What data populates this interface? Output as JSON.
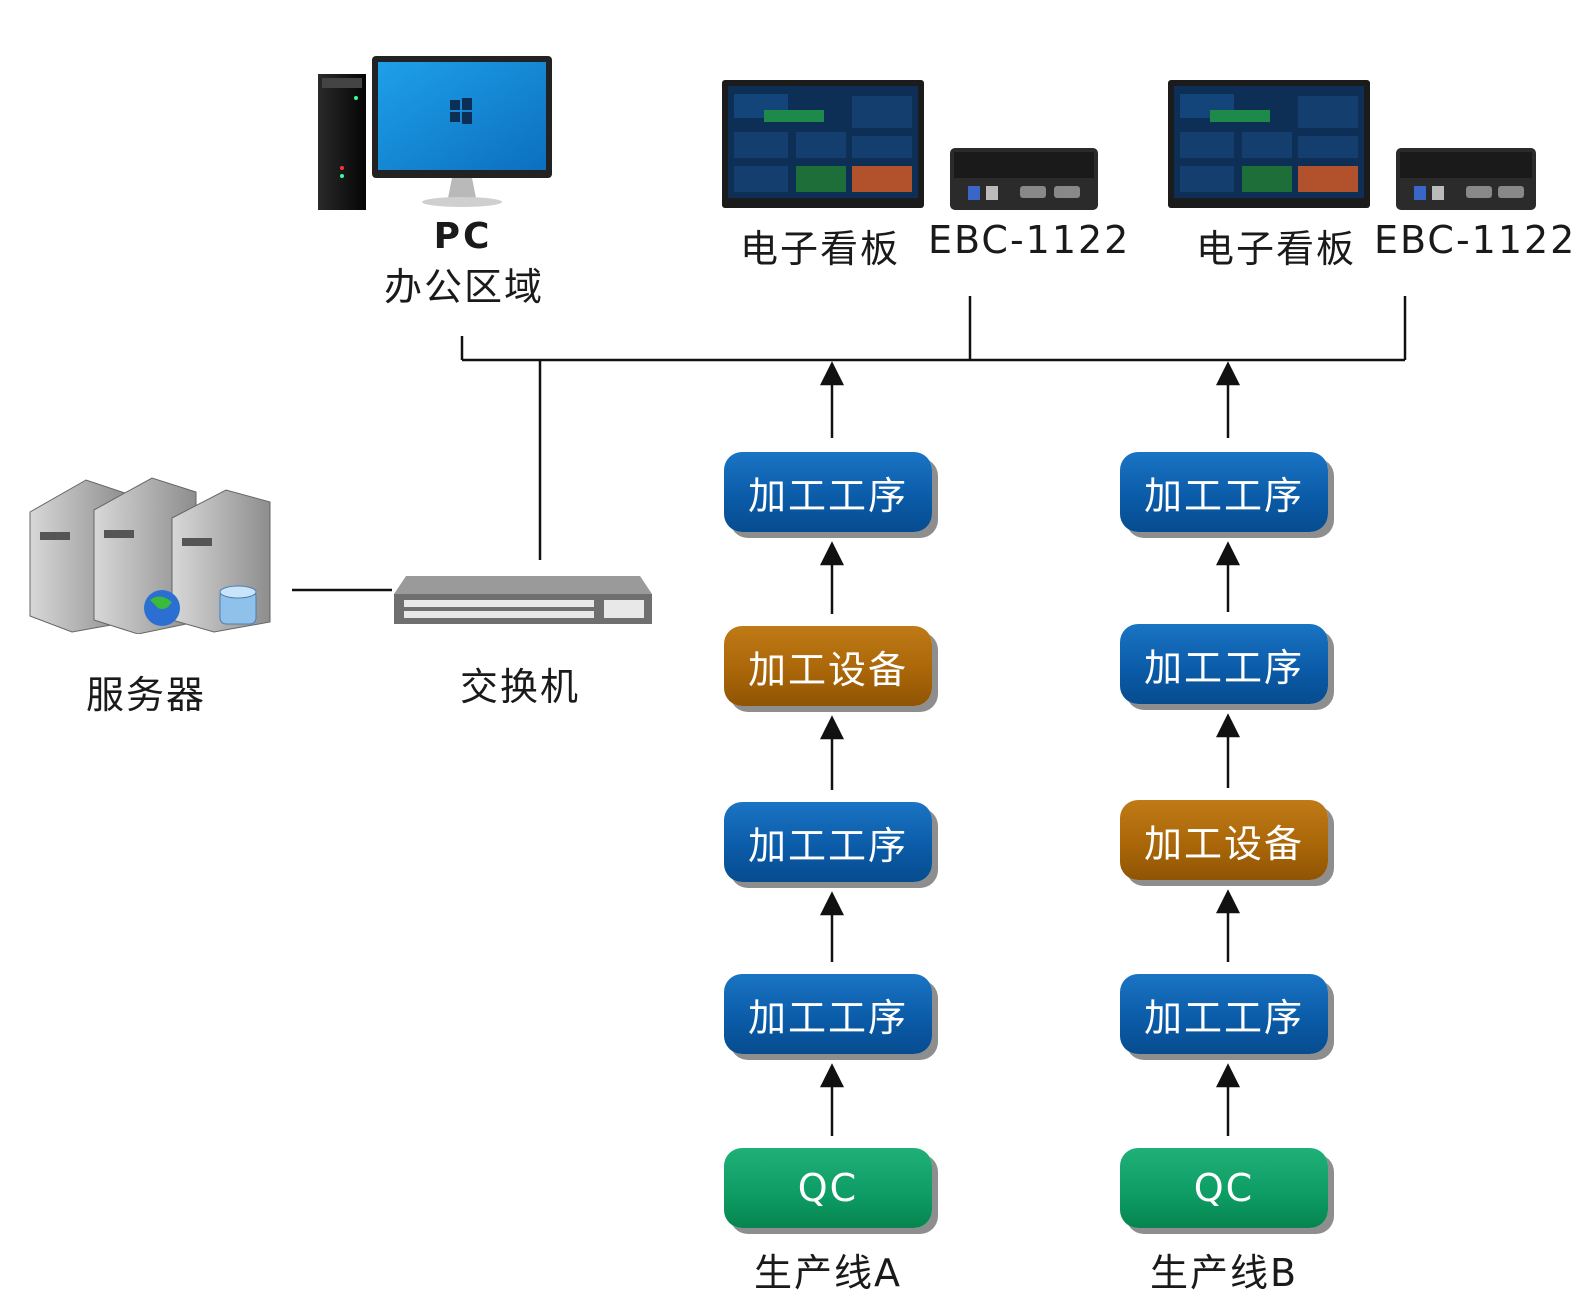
{
  "pc": {
    "name": "PC",
    "area": "办公区域"
  },
  "boards": [
    {
      "board_label": "电子看板",
      "device_label": "EBC-1122"
    },
    {
      "board_label": "电子看板",
      "device_label": "EBC-1122"
    }
  ],
  "server": {
    "label": "服务器"
  },
  "switch": {
    "label": "交换机"
  },
  "lines": [
    {
      "name": "生产线A",
      "steps": [
        {
          "label": "加工工序",
          "type": "process"
        },
        {
          "label": "加工设备",
          "type": "equipment"
        },
        {
          "label": "加工工序",
          "type": "process"
        },
        {
          "label": "加工工序",
          "type": "process"
        },
        {
          "label": "QC",
          "type": "qc"
        }
      ]
    },
    {
      "name": "生产线B",
      "steps": [
        {
          "label": "加工工序",
          "type": "process"
        },
        {
          "label": "加工工序",
          "type": "process"
        },
        {
          "label": "加工设备",
          "type": "equipment"
        },
        {
          "label": "加工工序",
          "type": "process"
        },
        {
          "label": "QC",
          "type": "qc"
        }
      ]
    }
  ],
  "colors": {
    "process": "#0a5aa6",
    "equipment": "#a86508",
    "qc": "#0d9c63",
    "line": "#111111"
  }
}
